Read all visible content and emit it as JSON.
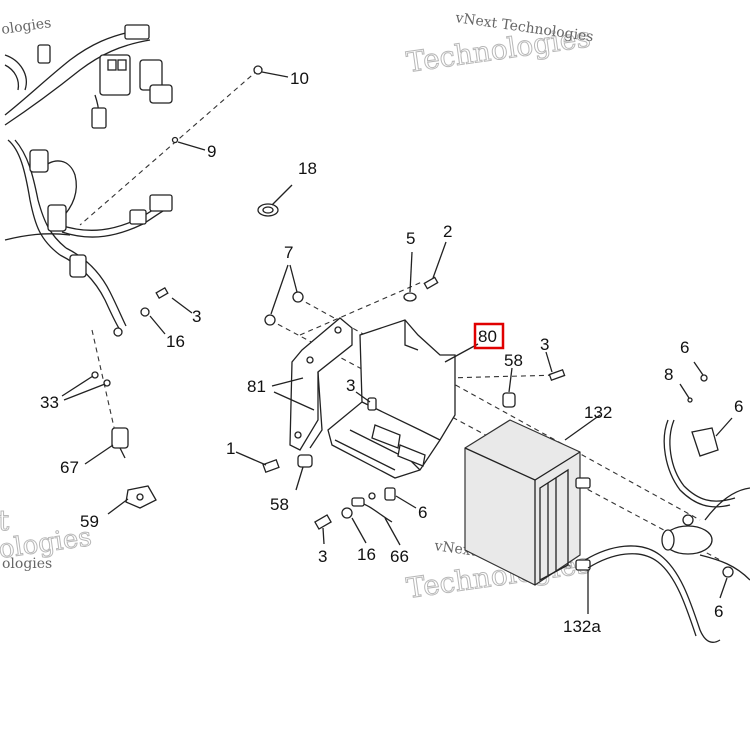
{
  "watermark": {
    "brand_large": "Technologies",
    "brand_small": "vNext Technologies",
    "fragment_top_left": "ologies",
    "fragment_top": "vNext Technologies",
    "fragment_left": "ologies",
    "fragment_left_small": "ologies",
    "fragment_letter": "t",
    "fragment_center": "vNext"
  },
  "highlighted_callout": "80",
  "callouts": {
    "c10": "10",
    "c9": "9",
    "c18": "18",
    "c7": "7",
    "c5": "5",
    "c2": "2",
    "c3_a": "3",
    "c16_a": "16",
    "c80": "80",
    "c58_a": "58",
    "c3_b": "3",
    "c6_a": "6",
    "c8": "8",
    "c6_b": "6",
    "c81": "81",
    "c3_c": "3",
    "c33": "33",
    "c132": "132",
    "c1": "1",
    "c67": "67",
    "c58_b": "58",
    "c6_c": "6",
    "c59": "59",
    "c3_d": "3",
    "c16_b": "16",
    "c66": "66",
    "c132a": "132a",
    "c6_d": "6"
  },
  "colors": {
    "line": "#222222",
    "highlight": "#e00000",
    "watermark": "#b8b8b8"
  }
}
